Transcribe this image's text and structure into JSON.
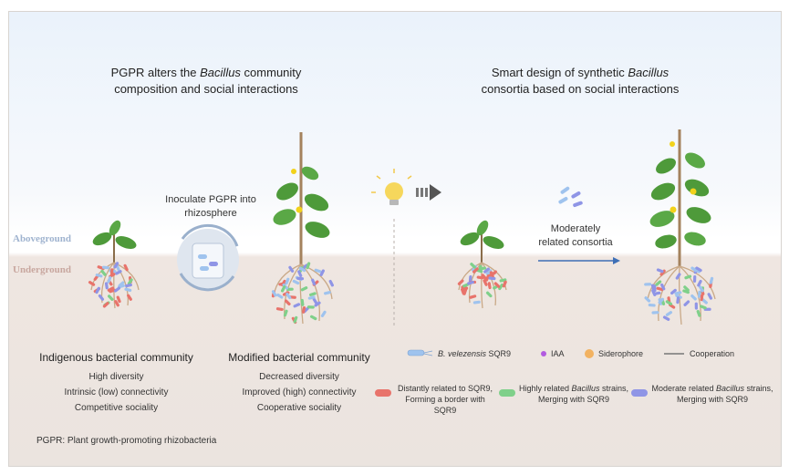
{
  "left": {
    "title_pre": "PGPR alters the ",
    "title_em": "Bacillus",
    "title_post": " community",
    "title_line2": "composition and social interactions",
    "inoculate_line1": "Inoculate PGPR into",
    "inoculate_line2": "rhizosphere",
    "indigenous": {
      "heading": "Indigenous bacterial community",
      "items": [
        "High diversity",
        "Intrinsic (low) connectivity",
        "Competitive sociality"
      ]
    },
    "modified": {
      "heading": "Modified bacterial community",
      "items": [
        "Decreased diversity",
        "Improved (high) connectivity",
        "Cooperative sociality"
      ]
    }
  },
  "right": {
    "title_line1_pre": "Smart design of synthetic ",
    "title_line1_em": "Bacillus",
    "title_line2": "consortia based on social interactions",
    "consortia_line1": "Moderately",
    "consortia_line2": "related consortia"
  },
  "ground": {
    "above": "Aboveground",
    "under": "Underground"
  },
  "legend": {
    "sqr9_em": "B. velezensis",
    "sqr9_post": " SQR9",
    "iaa": "IAA",
    "siderophore": "Siderophore",
    "cooperation": "Cooperation",
    "distant_line1": "Distantly related to SQR9,",
    "distant_line2": "Forming a border with SQR9",
    "high_line1_pre": "Highly related ",
    "high_line1_em": "Bacillus",
    "high_line1_post": " strains,",
    "high_line2": "Merging with SQR9",
    "moderate_line1_pre": "Moderate related ",
    "moderate_line1_em": "Bacillus",
    "moderate_line1_post": " strains,",
    "moderate_line2": "Merging with SQR9"
  },
  "footnote": "PGPR: Plant growth-promoting rhizobacteria",
  "colors": {
    "distant": "#e8736b",
    "high": "#7fd08a",
    "moderate": "#8f95e6",
    "sqr9": "#9fc3ee",
    "iaa": "#b25be0",
    "siderophore": "#f2a94a",
    "leaf": "#4e9a3a",
    "stem": "#a4825d",
    "flower": "#f2d21b",
    "arrow": "#3e6fb6"
  }
}
